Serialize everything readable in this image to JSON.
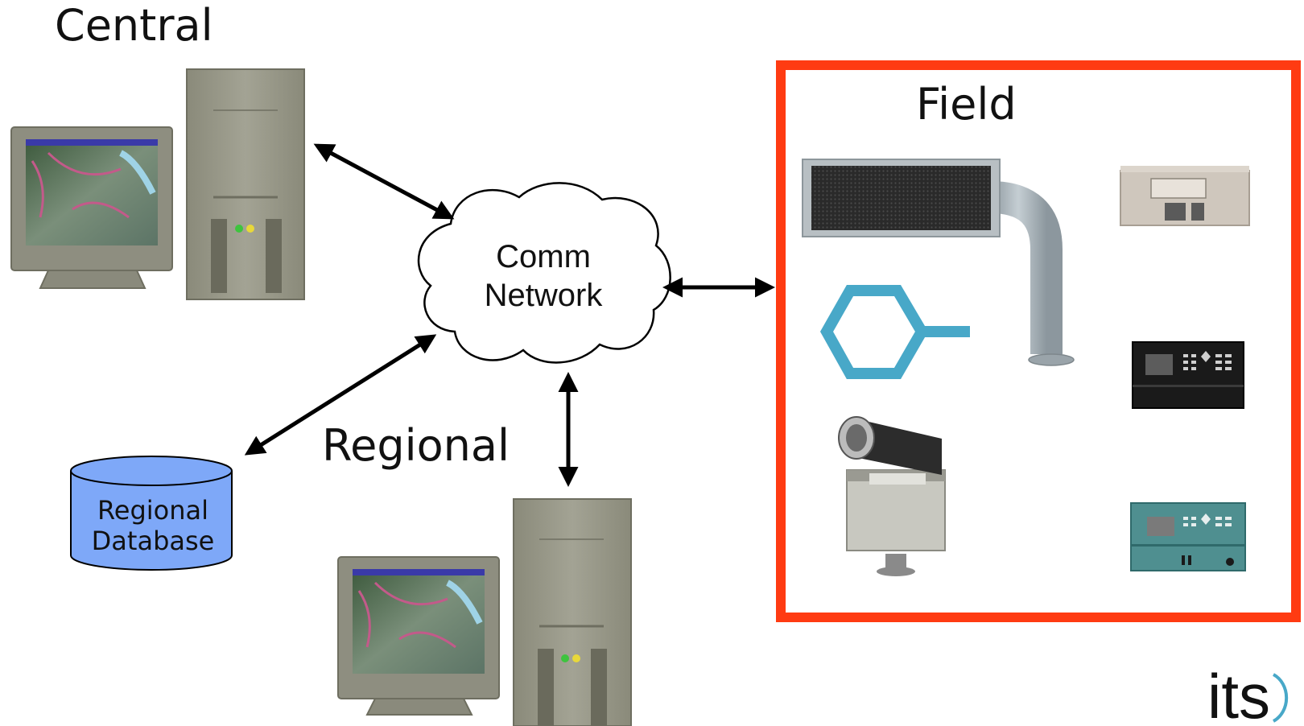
{
  "diagram": {
    "central_label": "Central",
    "regional_label": "Regional",
    "field_label": "Field",
    "network": {
      "line1": "Comm",
      "line2": "Network"
    },
    "database": {
      "line1": "Regional",
      "line2": "Database"
    },
    "logo_text": "its",
    "colors": {
      "field_border": "#ff3b12",
      "database_fill": "#7ea8f8",
      "hex_sensor": "#48a8c8",
      "pole": "#a9b4bb",
      "sign_face": "#2a2a2a"
    },
    "field_devices": [
      "message-sign-icon",
      "controller-cabinet-icon",
      "loop-detector-icon",
      "signal-controller-icon",
      "cctv-camera-icon",
      "ramp-meter-controller-icon"
    ]
  }
}
